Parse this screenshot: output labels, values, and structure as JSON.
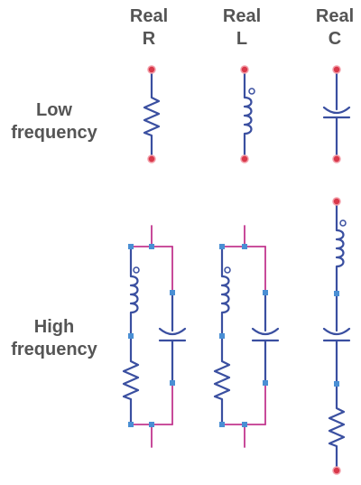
{
  "headers": [
    {
      "line1": "Real",
      "line2": "R"
    },
    {
      "line1": "Real",
      "line2": "L"
    },
    {
      "line1": "Real",
      "line2": "C"
    }
  ],
  "rows": [
    {
      "line1": "Low",
      "line2": "frequency"
    },
    {
      "line1": "High",
      "line2": "frequency"
    }
  ],
  "colors": {
    "component": "#3a4fa0",
    "wire": "#c2378f",
    "node": "#4a8fd4",
    "terminal": "#d9384a",
    "text": "#555555"
  }
}
